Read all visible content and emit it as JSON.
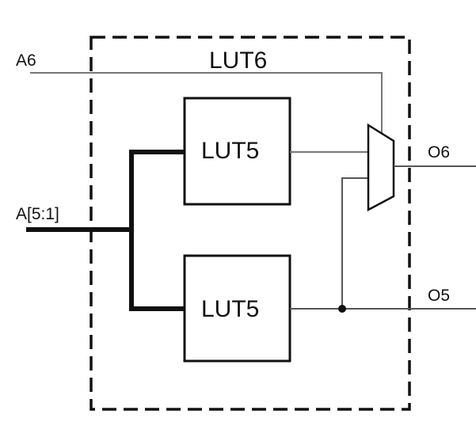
{
  "diagram": {
    "container_label": "LUT6",
    "inputs": {
      "a6": "A6",
      "a_bus": "A[5:1]"
    },
    "blocks": {
      "upper": "LUT5",
      "lower": "LUT5"
    },
    "outputs": {
      "o6": "O6",
      "o5": "O5"
    },
    "colors": {
      "line": "#111111",
      "thin_line": "#666666",
      "background": "#ffffff"
    }
  }
}
